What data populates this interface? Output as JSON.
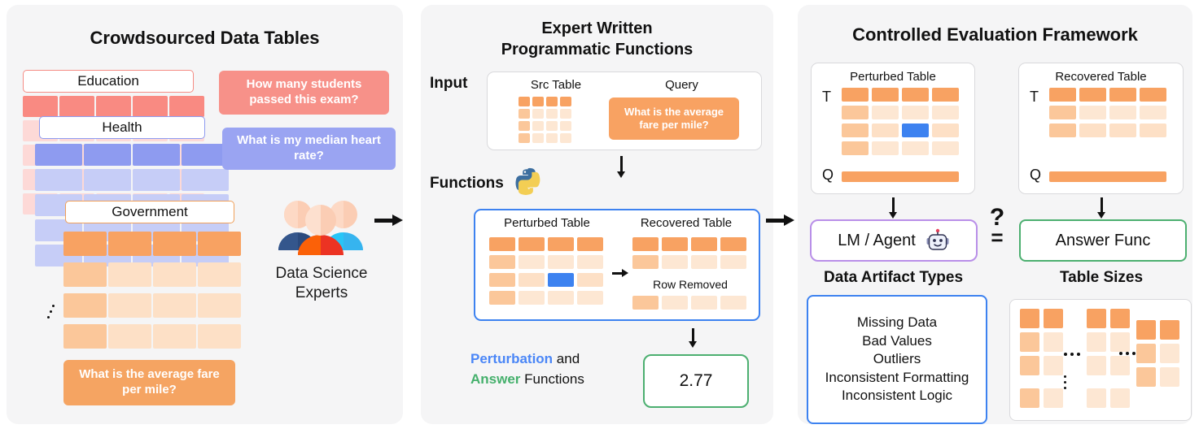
{
  "figure": {
    "panels": [
      {
        "id": "left",
        "title": "Crowdsourced Data Tables"
      },
      {
        "id": "mid",
        "title_line1": "Expert Written",
        "title_line2": "Programmatic Functions"
      },
      {
        "id": "right",
        "title": "Controlled Evaluation Framework"
      }
    ]
  },
  "left_panel": {
    "domain_tabs": [
      {
        "label": "Education",
        "border": "#f58c84",
        "accent": "#f98a82"
      },
      {
        "label": "Health",
        "border": "#8e9bf0",
        "accent": "#8e9bf0"
      },
      {
        "label": "Government",
        "border": "#f0a05a",
        "accent": "#f5a35d"
      }
    ],
    "question_bubbles": [
      {
        "text": "How many students passed this exam?",
        "color": "#f79189"
      },
      {
        "text": "What is my median heart rate?",
        "color": "#9aa4f2"
      },
      {
        "text": "What is the average fare per mile?",
        "color": "#f5a462"
      }
    ],
    "experts_label_line1": "Data Science",
    "experts_label_line2": "Experts",
    "experts_icon": "people-group-icon",
    "ellipsis": "vertical-ellipsis"
  },
  "mid_panel": {
    "input_label": "Input",
    "functions_label": "Functions",
    "python_icon": "python-logo-icon",
    "input_box": {
      "src_table_label": "Src Table",
      "query_label": "Query",
      "query_text": "What is the average fare per mile?"
    },
    "functions_box": {
      "perturbed_label": "Perturbed Table",
      "recovered_label": "Recovered Table",
      "row_removed_label": "Row Removed"
    },
    "caption": {
      "word_perturbation": "Perturbation",
      "word_and": " and",
      "word_answer": "Answer",
      "word_functions": " Functions"
    },
    "answer_value": "2.77",
    "colors": {
      "perturbation": "#4a86f7",
      "answer": "#45b06c",
      "functions_border": "#3d82f0",
      "answer_border": "#4caf70"
    }
  },
  "right_panel": {
    "perturbed_card": {
      "title": "Perturbed Table",
      "row_label": "T",
      "query_label": "Q"
    },
    "recovered_card": {
      "title": "Recovered Table",
      "row_label": "T",
      "query_label": "Q"
    },
    "lm_box": {
      "label": "LM / Agent",
      "icon": "robot-icon",
      "border": "#b98fe8"
    },
    "answer_func_box": {
      "label": "Answer Func",
      "border": "#4caf70"
    },
    "compare_symbol": {
      "question": "?",
      "equals": "="
    },
    "artifact_section": {
      "heading": "Data Artifact Types",
      "items": [
        "Missing Data",
        "Bad Values",
        "Outliers",
        "Inconsistent Formatting",
        "Inconsistent Logic"
      ],
      "border": "#3d82f0"
    },
    "table_sizes_section": {
      "heading": "Table Sizes",
      "hdots_mid": "...",
      "hdots_right": "...",
      "vdots": ":"
    }
  },
  "palette": {
    "panel_bg": "#f5f5f6",
    "orange_strong": "#f8a262",
    "orange_mid": "#fbc79a",
    "orange_light": "#fde0c6",
    "orange_faint": "#fde7d3",
    "pink_strong": "#f98a82",
    "pink_light": "#fbc4c0",
    "pink_faint": "#fdd9d7",
    "blue_strong": "#8e9bf0",
    "blue_light": "#c6cdf7",
    "blue_faint": "#dfe3fb",
    "highlight_blue": "#3d82f0",
    "text": "#111111"
  }
}
